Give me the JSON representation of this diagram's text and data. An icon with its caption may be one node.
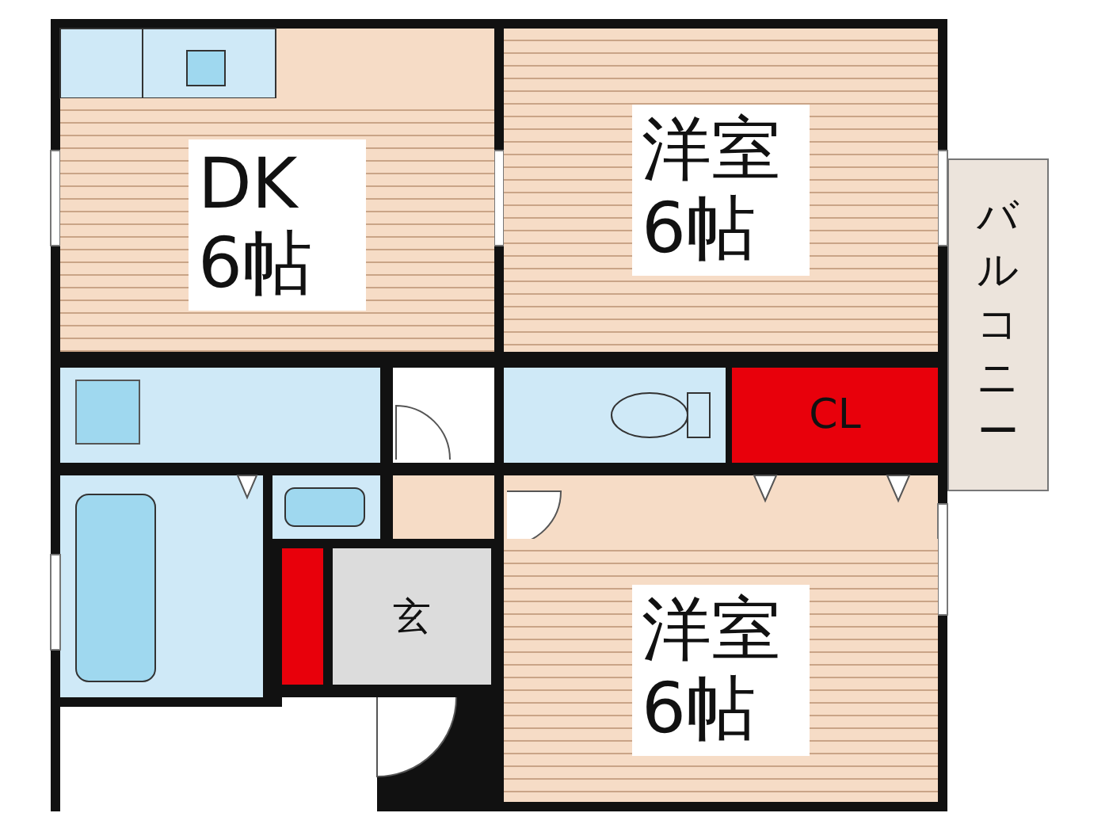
{
  "diagram": {
    "nodes": [
      {
        "text": [
          "DK 6帖"
        ]
      },
      {
        "text": [
          "洋室 6帖"
        ]
      },
      {
        "text": [
          "バルコニー"
        ]
      },
      {
        "text": [
          "CL"
        ]
      },
      {
        "text": [
          "玄"
        ]
      },
      {
        "text": [
          "洋室 6帖"
        ]
      }
    ]
  }
}
